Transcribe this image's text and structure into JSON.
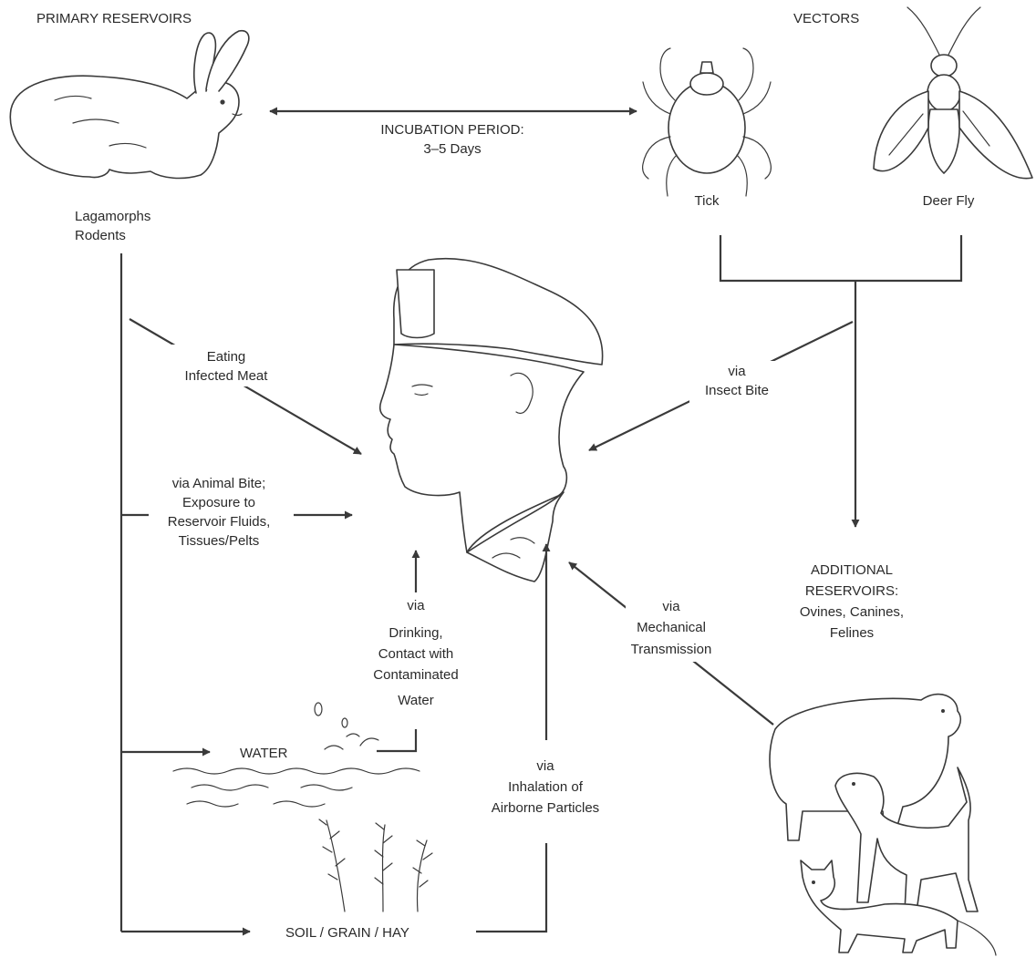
{
  "headings": {
    "primary_reservoirs": "PRIMARY RESERVOIRS",
    "vectors": "VECTORS"
  },
  "reservoir_animals": [
    "Lagamorphs",
    "Rodents"
  ],
  "incubation": [
    "INCUBATION PERIOD:",
    "3–5 Days"
  ],
  "vector_labels": {
    "tick": "Tick",
    "deer_fly": "Deer Fly"
  },
  "routes": {
    "eating": [
      "Eating",
      "Infected Meat"
    ],
    "insect_bite": [
      "via",
      "Insect Bite"
    ],
    "animal_bite": [
      "via Animal Bite;",
      "Exposure to",
      "Reservoir Fluids,",
      "Tissues/Pelts"
    ],
    "drinking": [
      "via",
      "Drinking,",
      "Contact with",
      "Contaminated",
      "Water"
    ],
    "mechanical": [
      "via",
      "Mechanical",
      "Transmission"
    ],
    "inhalation": [
      "via",
      "Inhalation of",
      "Airborne Particles"
    ]
  },
  "additional_reservoirs": [
    "ADDITIONAL",
    "RESERVOIRS:",
    "Ovines, Canines,",
    "Felines"
  ],
  "sources": {
    "water": "WATER",
    "soil": "SOIL / GRAIN / HAY"
  },
  "icons": [
    "rabbit-icon",
    "tick-icon",
    "deer-fly-icon",
    "soldier-head-icon",
    "water-icon",
    "grain-icon",
    "sheep-icon",
    "dog-icon",
    "cat-icon"
  ]
}
